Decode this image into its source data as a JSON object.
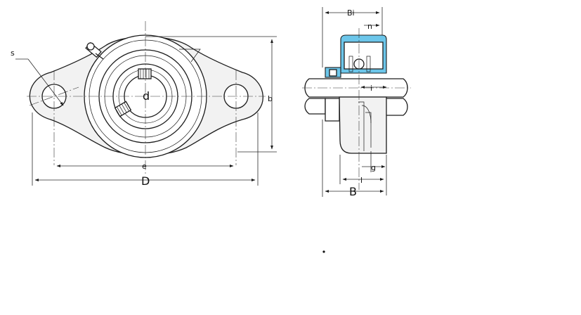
{
  "labels": {
    "s": "s",
    "d": "d",
    "b": "b",
    "e": "e",
    "D": "D",
    "Bi": "Bi",
    "n": "n",
    "i": "i",
    "g": "g",
    "l": "l",
    "B": "B"
  },
  "colors": {
    "insert_highlight": "#6cc6ea",
    "line": "#1c1c1c",
    "housing_fill": "#f2f2f2"
  }
}
